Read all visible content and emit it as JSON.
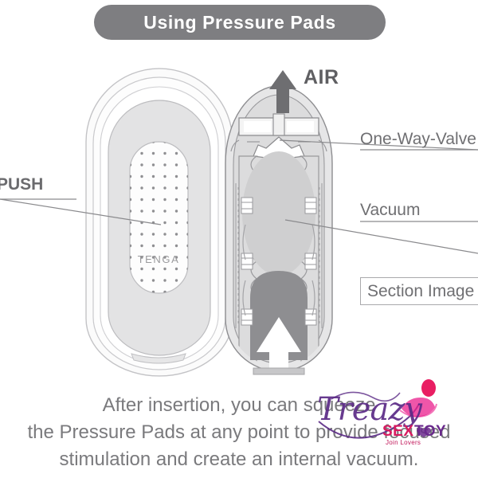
{
  "header": {
    "title": "Using Pressure Pads",
    "banner_color": "#7e7e81",
    "title_color": "#ffffff"
  },
  "diagram": {
    "left_device": {
      "name": "front-view-device",
      "pad_logo": "TENGA",
      "pad_texture": "dotted",
      "outline_color": "#b7b7ba",
      "body_fill": "#e3e3e4"
    },
    "right_device": {
      "name": "cutaway-section-view",
      "outline_color": "#8e8e91",
      "body_fill": "#dcdcdd",
      "chamber_fill": "#cfcfd0",
      "insert_fill": "#8e8e91",
      "arrow_color": "#ffffff"
    },
    "labels": {
      "air": "AIR",
      "one_way_valve": "One-Way-Valve",
      "vacuum": "Vacuum",
      "push": "PUSH",
      "section_image": "Section Image"
    },
    "label_color": "#6f6f72",
    "leader_color": "#8a8a8d",
    "air_arrow_color": "#6e6e71"
  },
  "caption": {
    "line1": "After insertion, you can squeeze",
    "line2": "the Pressure Pads at any point to provide focused",
    "line3": "stimulation and create an internal vacuum.",
    "color": "#7a7a7d"
  },
  "watermark": {
    "script": "Treazy",
    "brand_first": "SEX",
    "brand_second": "TOY",
    "tagline": "Join Lovers",
    "script_color": "#5b2a86",
    "brand_color": "#d81b60",
    "brand_alt_color": "#6a2a8c"
  }
}
